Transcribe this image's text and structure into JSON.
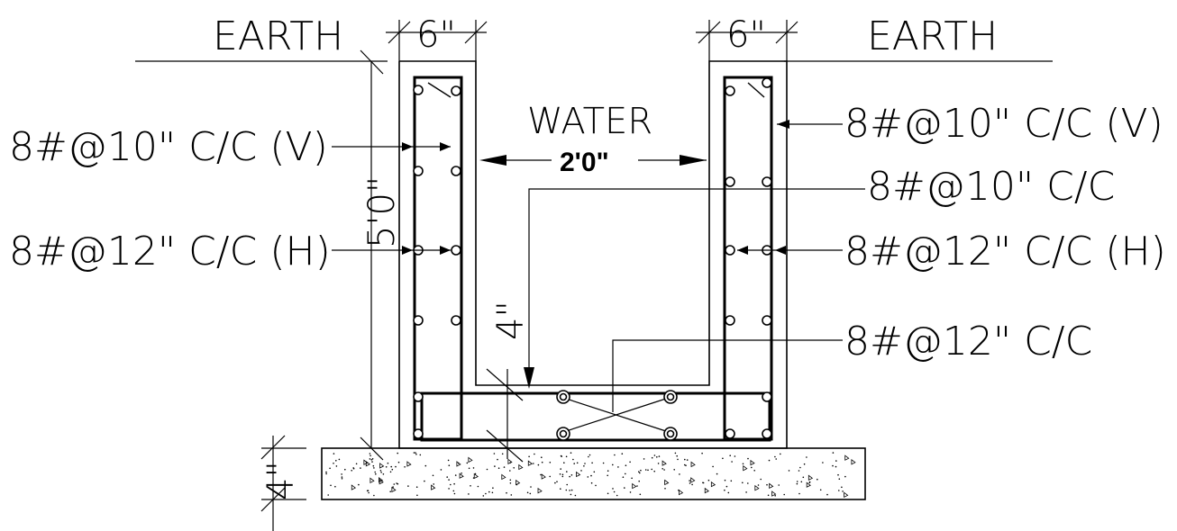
{
  "labels": {
    "earth_left": "EARTH",
    "earth_right": "EARTH",
    "water": "WATER",
    "wall_thickness_left": "6\"",
    "wall_thickness_right": "6\"",
    "inner_width": "2'0\"",
    "wall_height": "5'0\"",
    "slab_thickness": "4\"",
    "pcc_thickness": "4\""
  },
  "callouts": {
    "left_vertical": "8#@10\" C/C (V)",
    "left_horizontal": "8#@12\" C/C (H)",
    "right_vertical": "8#@10\" C/C (V)",
    "right_horizontal": "8#@12\" C/C (H)",
    "base_main": "8#@10\" C/C",
    "base_cross": "8#@12\" C/C"
  },
  "colors": {
    "line": "#000000",
    "background": "#ffffff"
  }
}
